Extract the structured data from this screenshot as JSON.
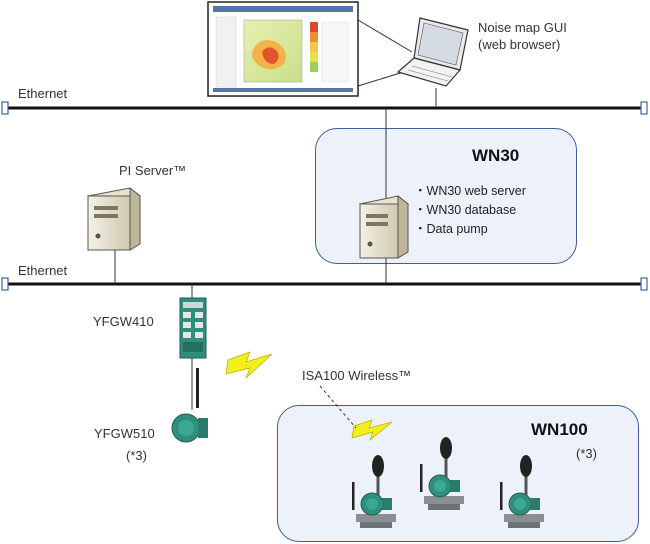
{
  "networks": {
    "top_label": "Ethernet",
    "bottom_label": "Ethernet"
  },
  "gui": {
    "label_line1": "Noise map GUI",
    "label_line2": "(web browser)"
  },
  "pi_server": {
    "label": "PI Server™"
  },
  "wn30": {
    "title": "WN30",
    "items": [
      "WN30 web server",
      "WN30 database",
      "Data pump"
    ]
  },
  "gateway": {
    "label": "YFGW410"
  },
  "wireless": {
    "label": "ISA100 Wireless™"
  },
  "adapter": {
    "label": "YFGW510",
    "note": "(*3)"
  },
  "wn100": {
    "title": "WN100",
    "note": "(*3)"
  },
  "colors": {
    "panel_border": "#3f5f8f",
    "panel_fill": "#edf2fa",
    "bus": "#111111",
    "bus_end": "#3a63a8",
    "lightning": "#f2ef1a",
    "device_green": "#2f8e7c"
  }
}
